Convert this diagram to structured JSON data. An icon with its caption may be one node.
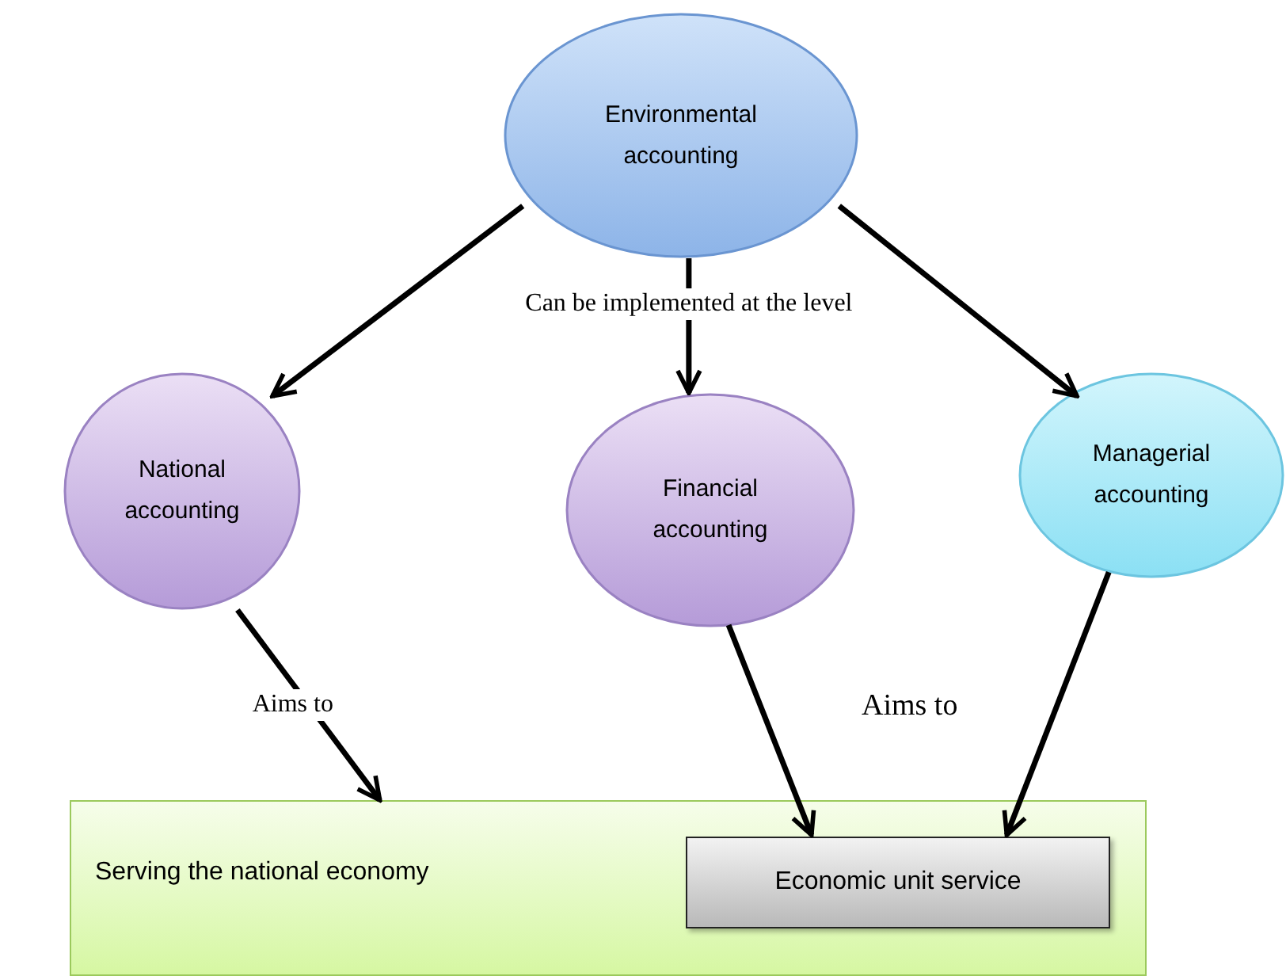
{
  "diagram": {
    "nodes": [
      {
        "text": [
          "Environmental accounting"
        ]
      },
      {
        "text": [
          "National accounting"
        ]
      },
      {
        "text": [
          "Financial accounting"
        ]
      },
      {
        "text": [
          "Managerial accounting"
        ]
      },
      {
        "text": [
          "Serving the national economy"
        ]
      },
      {
        "text": [
          "Economic unit service"
        ],
        "in": 4
      }
    ],
    "edges": [
      {
        "from": 0,
        "to": 1,
        "arrow": "to"
      },
      {
        "from": 0,
        "to": 2,
        "arrow": "to",
        "label": "Can be implemented at the level"
      },
      {
        "from": 0,
        "to": 3,
        "arrow": "to"
      },
      {
        "from": 1,
        "to": 4,
        "arrow": "to",
        "label": "Aims to"
      },
      {
        "from": 2,
        "to": 5,
        "arrow": "to"
      },
      {
        "from": 3,
        "to": 5,
        "arrow": "to"
      }
    ],
    "labels": [
      "Aims to"
    ]
  }
}
